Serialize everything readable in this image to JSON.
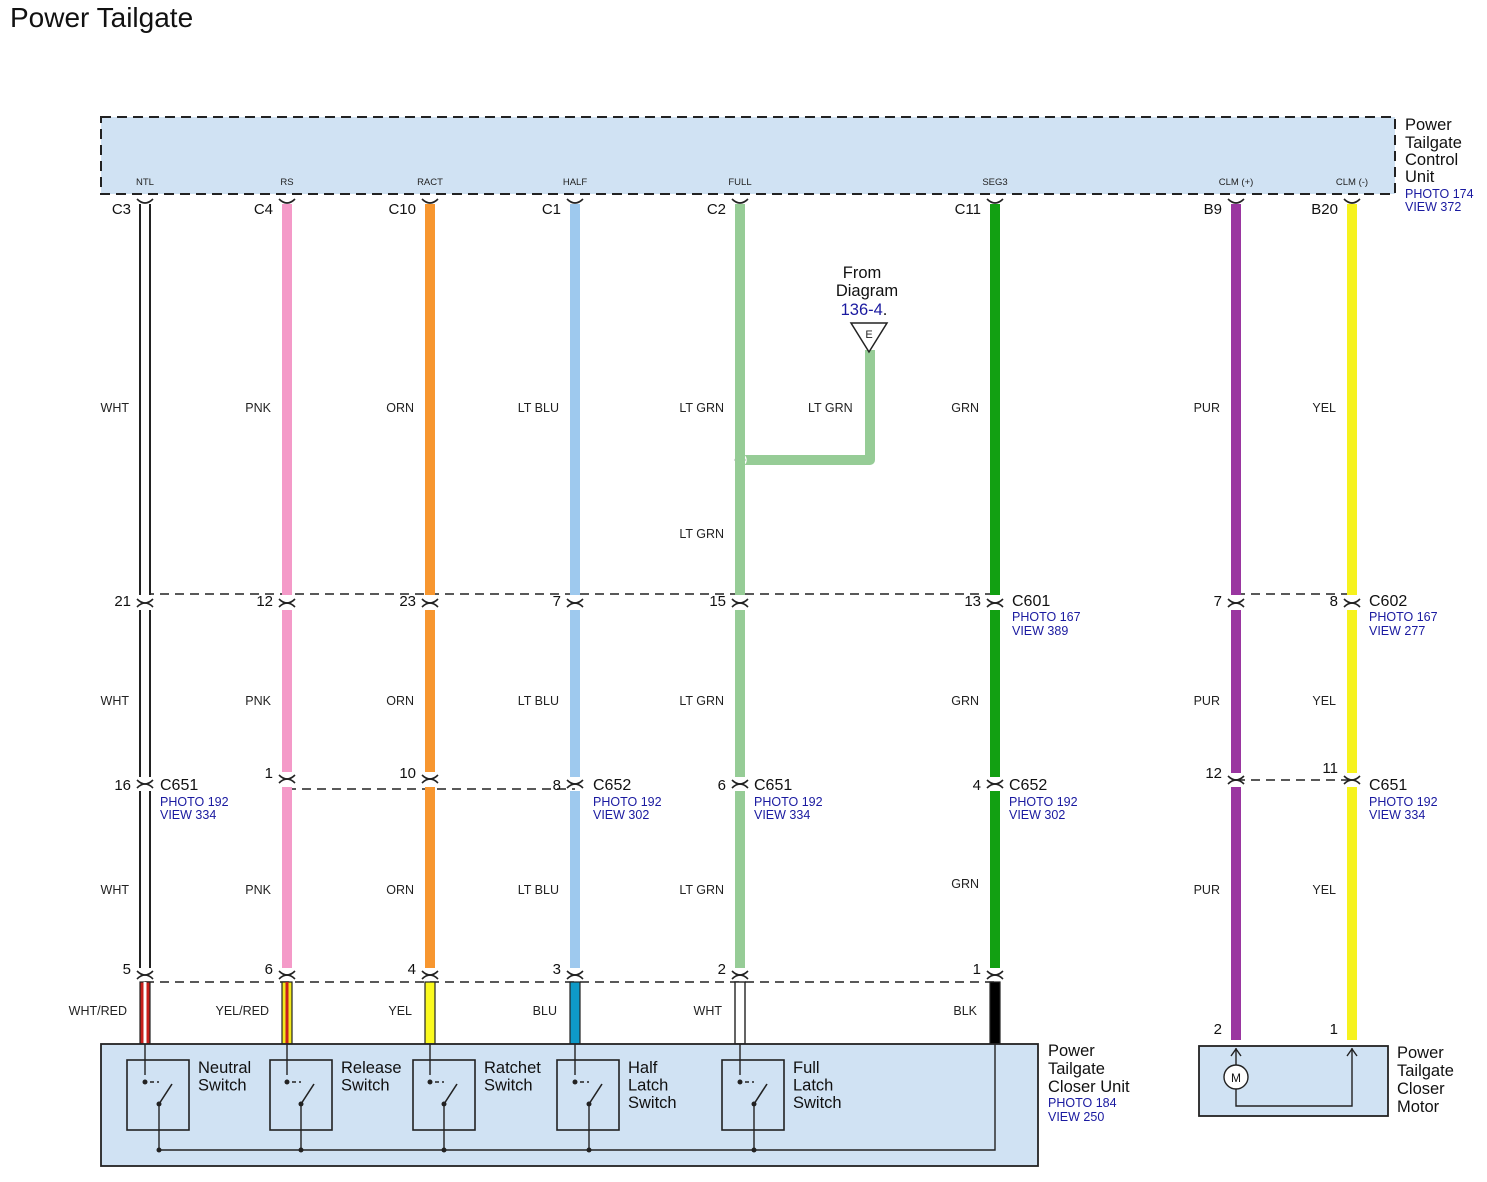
{
  "title": "Power Tailgate",
  "control_unit": {
    "name_lines": [
      "Power",
      "Tailgate",
      "Control",
      "Unit"
    ],
    "photo": "PHOTO 174",
    "view": "VIEW 372"
  },
  "circuits": [
    {
      "key": "ntl",
      "pin": "NTL",
      "cavity": "C3",
      "color": "#ffffff",
      "upper": "WHT",
      "mid": "WHT",
      "lower": "WHT",
      "c601_cav": "21",
      "c651_cav": "16",
      "bottom_cav": "5",
      "bottom_label": "WHT/RED",
      "bottom_color": "#c8201c",
      "bottom_stripe": "#ffffff"
    },
    {
      "key": "rs",
      "pin": "RS",
      "cavity": "C4",
      "color": "#f49ac8",
      "upper": "PNK",
      "mid": "PNK",
      "lower": "PNK",
      "c601_cav": "12",
      "c651_cav": "1",
      "bottom_cav": "6",
      "bottom_label": "YEL/RED",
      "bottom_color": "#f2e81c",
      "bottom_stripe": "#c8201c"
    },
    {
      "key": "ract",
      "pin": "RACT",
      "cavity": "C10",
      "color": "#f7962f",
      "upper": "ORN",
      "mid": "ORN",
      "lower": "ORN",
      "c601_cav": "23",
      "c651_cav": "10",
      "bottom_cav": "4",
      "bottom_label": "YEL",
      "bottom_color": "#fafa1e"
    },
    {
      "key": "half",
      "pin": "HALF",
      "cavity": "C1",
      "color": "#9ec9ee",
      "upper": "LT BLU",
      "mid": "LT BLU",
      "lower": "LT BLU",
      "c601_cav": "7",
      "c651_cav": "8",
      "bottom_cav": "3",
      "bottom_label": "BLU",
      "bottom_color": "#0e9ac8"
    },
    {
      "key": "full",
      "pin": "FULL",
      "cavity": "C2",
      "color": "#96cc96",
      "upper": "LT GRN",
      "upper2": "LT GRN",
      "mid": "LT GRN",
      "lower": "LT GRN",
      "c601_cav": "15",
      "c651_cav": "6",
      "bottom_cav": "2",
      "bottom_label": "WHT",
      "bottom_color": "#ffffff"
    },
    {
      "key": "seg3",
      "pin": "SEG3",
      "cavity": "C11",
      "color": "#12a012",
      "upper": "GRN",
      "mid": "GRN",
      "lower": "GRN",
      "c601_cav": "13",
      "c651_cav": "4",
      "bottom_cav": "1",
      "bottom_label": "BLK",
      "bottom_color": "#000000"
    },
    {
      "key": "clmp",
      "pin": "CLM (+)",
      "cavity": "B9",
      "color": "#9a36a0",
      "upper": "PUR",
      "mid": "PUR",
      "lower": "PUR",
      "c601_cav": "7",
      "c651_cav": "12",
      "motor_cav": "2"
    },
    {
      "key": "clmn",
      "pin": "CLM (-)",
      "cavity": "B20",
      "color": "#f6f21e",
      "upper": "YEL",
      "mid": "YEL",
      "lower": "YEL",
      "c601_cav": "8",
      "c651_cav": "11",
      "motor_cav": "1"
    }
  ],
  "from_diagram": {
    "lines": [
      "From",
      "Diagram"
    ],
    "ref": "136-4",
    "suffix": ".",
    "letter": "E",
    "wire_label": "LT GRN"
  },
  "connectors": {
    "c601": {
      "name": "C601",
      "photo": "PHOTO 167",
      "view": "VIEW 389"
    },
    "c602": {
      "name": "C602",
      "photo": "PHOTO 167",
      "view": "VIEW 277"
    },
    "c651_left": {
      "name": "C651",
      "photo": "PHOTO 192",
      "view": "VIEW 334"
    },
    "c652_a": {
      "name": "C652",
      "photo": "PHOTO 192",
      "view": "VIEW 302"
    },
    "c651_mid": {
      "name": "C651",
      "photo": "PHOTO 192",
      "view": "VIEW 334"
    },
    "c652_b": {
      "name": "C652",
      "photo": "PHOTO 192",
      "view": "VIEW 302"
    },
    "c651_right": {
      "name": "C651",
      "photo": "PHOTO 192",
      "view": "VIEW 334"
    }
  },
  "closer_unit": {
    "name_lines": [
      "Power",
      "Tailgate",
      "Closer Unit"
    ],
    "photo": "PHOTO 184",
    "view": "VIEW 250",
    "switches": [
      {
        "lines": [
          "Neutral",
          "Switch"
        ]
      },
      {
        "lines": [
          "Release",
          "Switch"
        ]
      },
      {
        "lines": [
          "Ratchet",
          "Switch"
        ]
      },
      {
        "lines": [
          "Half",
          "Latch",
          "Switch"
        ]
      },
      {
        "lines": [
          "Full",
          "Latch",
          "Switch"
        ]
      }
    ]
  },
  "motor": {
    "name_lines": [
      "Power",
      "Tailgate",
      "Closer",
      "Motor"
    ],
    "symbol": "M"
  },
  "colors": {
    "box_fill": "#d0e2f3",
    "ref_text": "#1a1aa0"
  }
}
